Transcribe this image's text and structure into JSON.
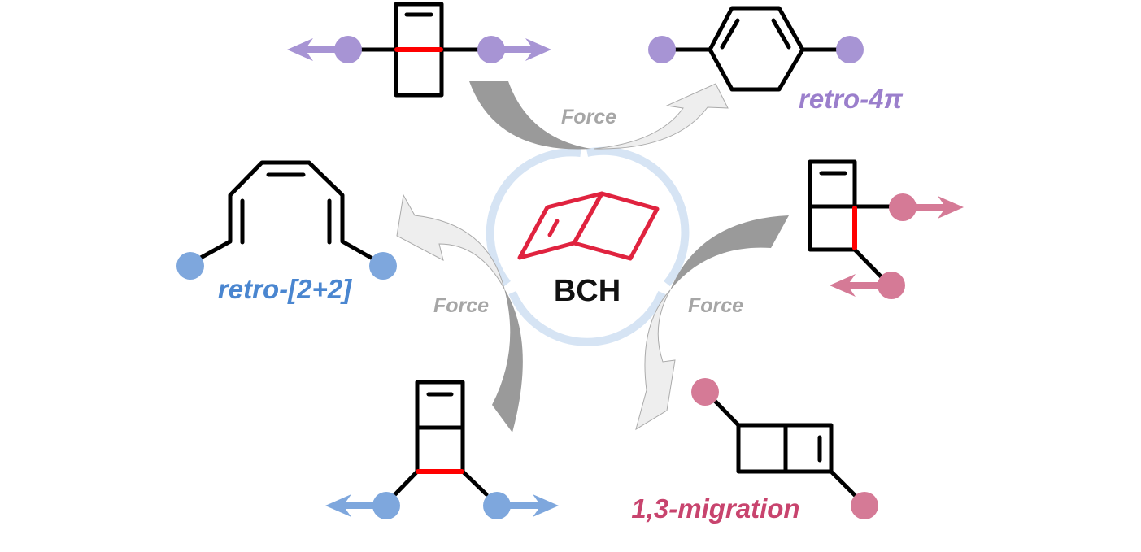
{
  "center": {
    "label": "BCH",
    "ring_color": "#d6e4f4",
    "molecule_color": "#e0233f"
  },
  "force_label": "Force",
  "pathways": [
    {
      "name": "retro-4π",
      "color": "#9b7fcc",
      "bead_color": "#a794d4"
    },
    {
      "name": "retro-[2+2]",
      "color": "#4a86d0",
      "bead_color": "#7ea7dd"
    },
    {
      "name": "1,3-migration",
      "color": "#c8446e",
      "bead_color": "#d57a96"
    }
  ],
  "colors": {
    "bond": "#000000",
    "scissile_bond": "#ff0000",
    "arrow_dark": "#9a9a9a",
    "arrow_light": "#eeeeee",
    "force_text": "#a6a6a6"
  }
}
